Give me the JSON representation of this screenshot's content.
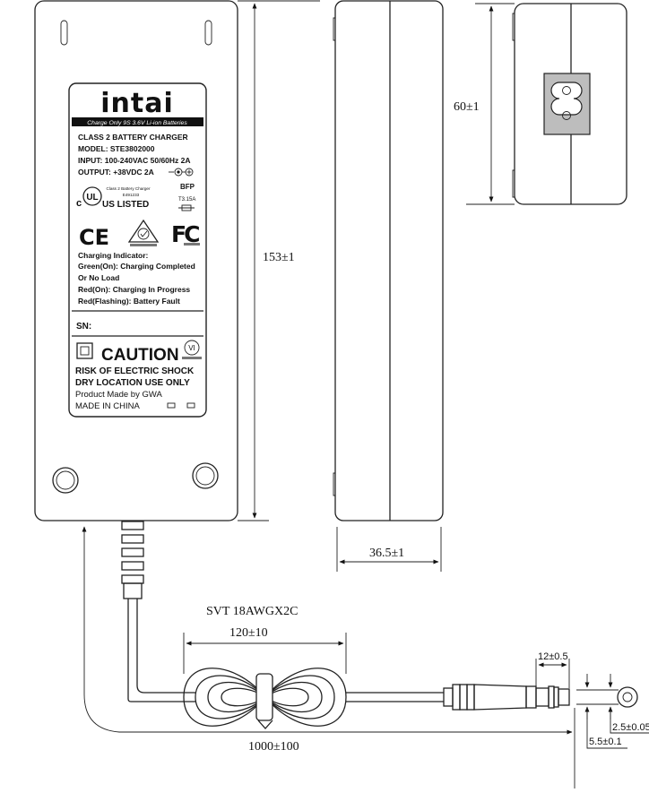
{
  "dimensions": {
    "height_main": "153±1",
    "depth": "36.5±1",
    "end_height": "60±1",
    "cable_type": "SVT 18AWGX2C",
    "coil_length": "120±10",
    "cable_length": "1000±100",
    "plug_length": "12±0.5",
    "plug_inner": "2.5±0.05",
    "plug_outer": "5.5±0.1"
  },
  "label": {
    "brand": "intai",
    "banner": "Charge Only 9S 3.6V Li-ion Batteries",
    "line1": "CLASS 2 BATTERY CHARGER",
    "line2": "MODEL: STE3802000",
    "line3": "INPUT: 100-240VAC 50/60Hz  2A",
    "line4": "OUTPUT: +38VDC 2A",
    "ul_small": "Class 2 Battery Charger",
    "ul_file": "E491233",
    "ul_listed": "US LISTED",
    "ul_c": "c",
    "ul_mark": "UL",
    "bfp": "BFP",
    "fuse": "T3.15A",
    "ce": "CE",
    "fc": "FC",
    "ind_title": "Charging Indicator:",
    "ind1": "Green(On): Charging Completed",
    "ind2": "Or No Load",
    "ind3": "Red(On): Charging In Progress",
    "ind4": "Red(Flashing): Battery Fault",
    "sn": "SN:",
    "caution": "CAUTION",
    "vi": "VI",
    "warn1": "RISK OF ELECTRIC SHOCK",
    "warn2": "DRY LOCATION USE ONLY",
    "made_by": "Product Made by GWA",
    "made_in": "MADE IN CHINA"
  }
}
